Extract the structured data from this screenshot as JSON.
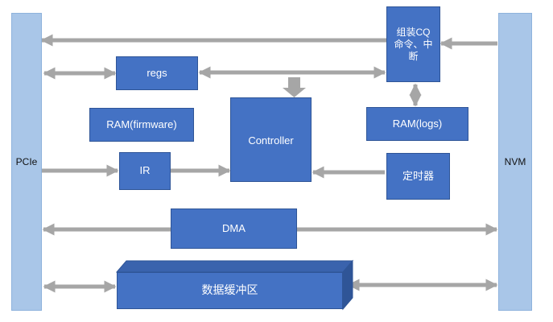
{
  "diagram": {
    "pcie": "PCIe",
    "nvm": "NVM",
    "regs": "regs",
    "cq": "组装CQ命令、中断",
    "ram_firmware": "RAM(firmware)",
    "controller": "Controller",
    "ram_logs": "RAM(logs)",
    "ir": "IR",
    "timer": "定时器",
    "dma": "DMA",
    "buffer": "数据缓冲区"
  },
  "colors": {
    "block_fill": "#4472c4",
    "block_border": "#2f5597",
    "bus_fill": "#a9c6e8",
    "arrow_fill": "#a6a6a6"
  }
}
